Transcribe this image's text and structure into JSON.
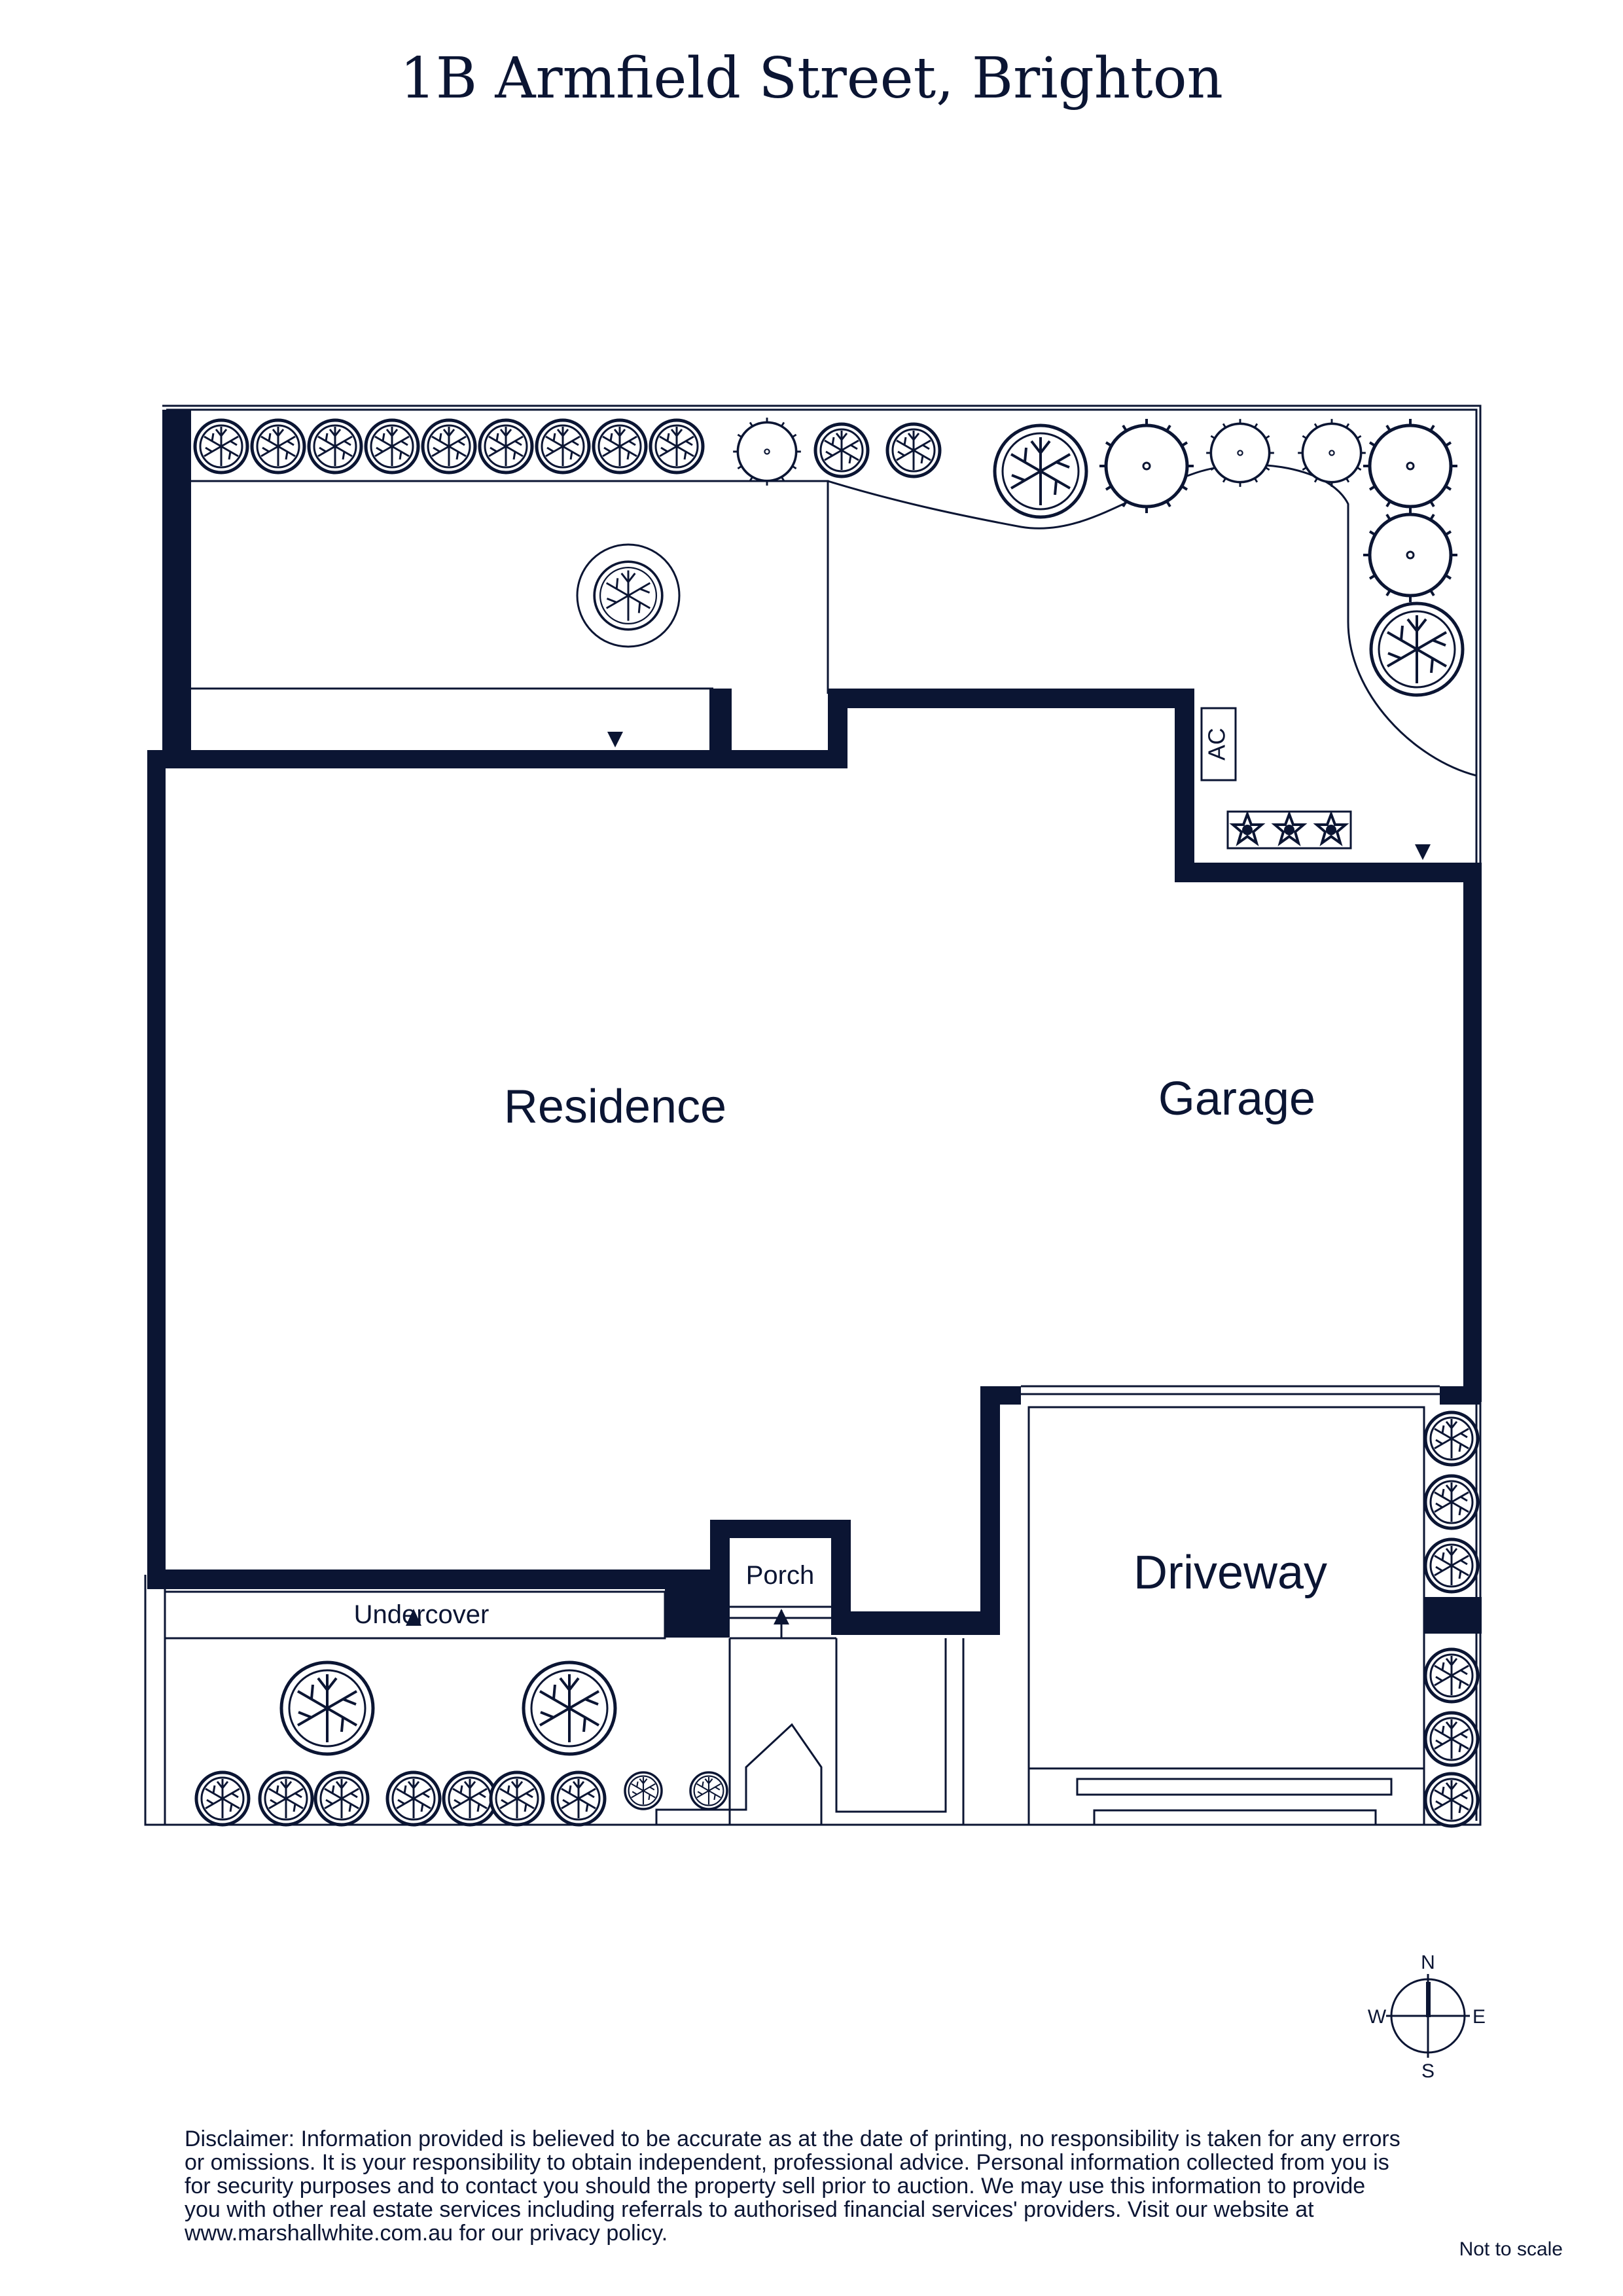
{
  "title": "1B Armfield Street, Brighton",
  "labels": {
    "residence": "Residence",
    "garage": "Garage",
    "driveway": "Driveway",
    "porch": "Porch",
    "undercover": "Undercover",
    "ac": "AC"
  },
  "compass": {
    "n": "N",
    "s": "S",
    "e": "E",
    "w": "W"
  },
  "disclaimer": "Disclaimer: Information provided is believed to be accurate as at the date of printing, no responsibility is taken for any errors or omissions. It is your responsibility to obtain independent, professional advice. Personal information collected from you is for security purposes and to contact you should the property sell prior to auction. We may use this information to provide you with other real estate services including referrals to authorised financial services' providers. Visit our website at www.marshallwhite.com.au for our privacy policy.",
  "scale_note": "Not to scale",
  "colors": {
    "ink": "#0b1533",
    "background": "#ffffff"
  }
}
